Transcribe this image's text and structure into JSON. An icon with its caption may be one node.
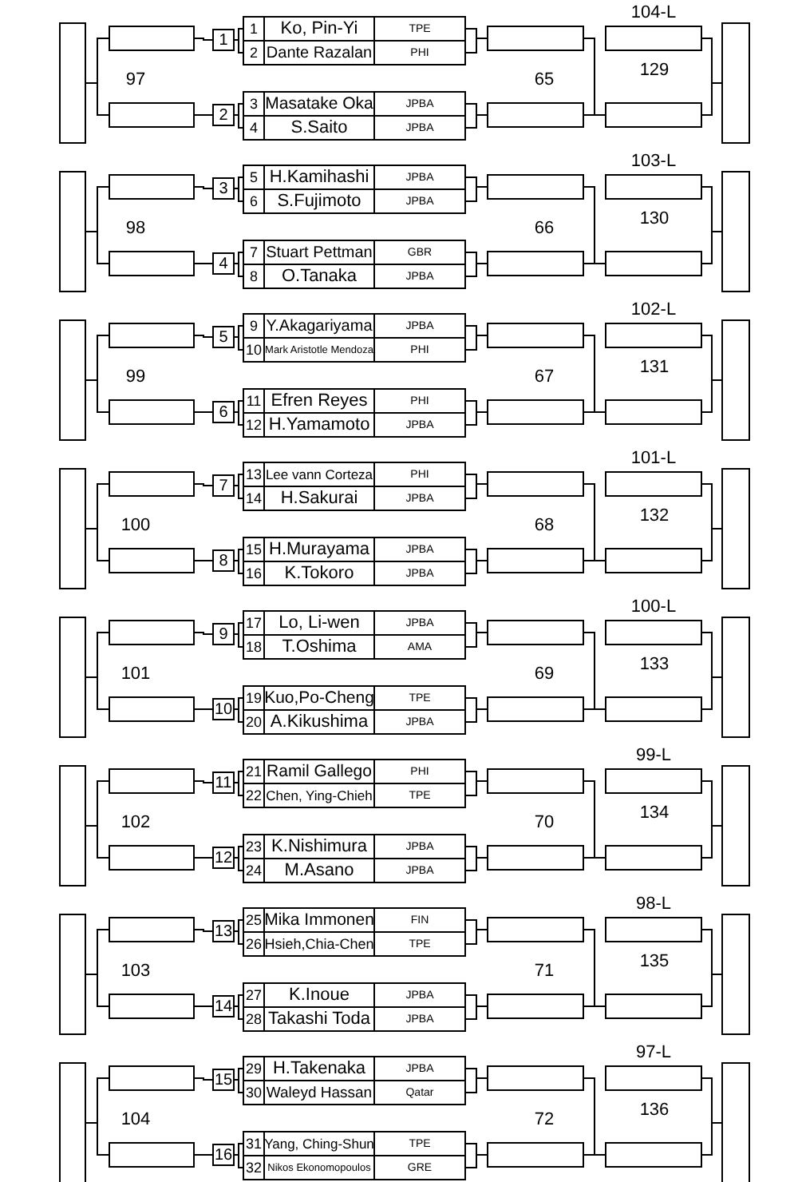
{
  "diagram": {
    "nodes": [
      {
        "text": [],
        "shape": "box"
      },
      {
        "text": [],
        "shape": "box"
      },
      {
        "text": [],
        "shape": "box"
      },
      {
        "text": [
          "1"
        ]
      },
      {
        "text": [
          "2"
        ]
      },
      {
        "text": [
          "1",
          "Ko, Pin-Yi",
          "TPE"
        ]
      },
      {
        "text": [
          "2",
          "Dante Razalan",
          "PHI"
        ]
      },
      {
        "text": [
          "3",
          "Masatake Oka",
          "JPBA"
        ]
      },
      {
        "text": [
          "4",
          "S.Saito",
          "JPBA"
        ]
      },
      {
        "text": [],
        "shape": "box"
      },
      {
        "text": [],
        "shape": "box"
      },
      {
        "text": [
          "104-L"
        ]
      },
      {
        "text": [],
        "shape": "box"
      },
      {
        "text": [],
        "shape": "box"
      },
      {
        "text": [],
        "shape": "box"
      },
      {
        "text": [],
        "shape": "box"
      },
      {
        "text": [],
        "shape": "box"
      },
      {
        "text": [
          "3"
        ]
      },
      {
        "text": [
          "4"
        ]
      },
      {
        "text": [
          "5",
          "H.Kamihashi",
          "JPBA"
        ]
      },
      {
        "text": [
          "6",
          "S.Fujimoto",
          "JPBA"
        ]
      },
      {
        "text": [
          "7",
          "Stuart Pettman",
          "GBR"
        ]
      },
      {
        "text": [
          "8",
          "O.Tanaka",
          "JPBA"
        ]
      },
      {
        "text": [],
        "shape": "box"
      },
      {
        "text": [],
        "shape": "box"
      },
      {
        "text": [
          "103-L"
        ]
      },
      {
        "text": [],
        "shape": "box"
      },
      {
        "text": [],
        "shape": "box"
      },
      {
        "text": [],
        "shape": "box"
      },
      {
        "text": [],
        "shape": "box"
      },
      {
        "text": [],
        "shape": "box"
      },
      {
        "text": [
          "5"
        ]
      },
      {
        "text": [
          "6"
        ]
      },
      {
        "text": [
          "9",
          "Y.Akagariyama",
          "JPBA"
        ]
      },
      {
        "text": [
          "10",
          "Mark Aristotle Mendoza",
          "PHI"
        ]
      },
      {
        "text": [
          "11",
          "Efren Reyes",
          "PHI"
        ]
      },
      {
        "text": [
          "12",
          "H.Yamamoto",
          "JPBA"
        ]
      },
      {
        "text": [],
        "shape": "box"
      },
      {
        "text": [],
        "shape": "box"
      },
      {
        "text": [
          "102-L"
        ]
      },
      {
        "text": [],
        "shape": "box"
      },
      {
        "text": [],
        "shape": "box"
      },
      {
        "text": [],
        "shape": "box"
      },
      {
        "text": [],
        "shape": "box"
      },
      {
        "text": [],
        "shape": "box"
      },
      {
        "text": [
          "7"
        ]
      },
      {
        "text": [
          "8"
        ]
      },
      {
        "text": [
          "13",
          "Lee vann Corteza",
          "PHI"
        ]
      },
      {
        "text": [
          "14",
          "H.Sakurai",
          "JPBA"
        ]
      },
      {
        "text": [
          "15",
          "H.Murayama",
          "JPBA"
        ]
      },
      {
        "text": [
          "16",
          "K.Tokoro",
          "JPBA"
        ]
      },
      {
        "text": [],
        "shape": "box"
      },
      {
        "text": [],
        "shape": "box"
      },
      {
        "text": [
          "101-L"
        ]
      },
      {
        "text": [],
        "shape": "box"
      },
      {
        "text": [],
        "shape": "box"
      },
      {
        "text": [],
        "shape": "box"
      },
      {
        "text": [],
        "shape": "box"
      },
      {
        "text": [],
        "shape": "box"
      },
      {
        "text": [
          "9"
        ]
      },
      {
        "text": [
          "10"
        ]
      },
      {
        "text": [
          "17",
          "Lo, Li-wen",
          "JPBA"
        ]
      },
      {
        "text": [
          "18",
          "T.Oshima",
          "AMA"
        ]
      },
      {
        "text": [
          "19",
          "Kuo,Po-Cheng",
          "TPE"
        ]
      },
      {
        "text": [
          "20",
          "A.Kikushima",
          "JPBA"
        ]
      },
      {
        "text": [],
        "shape": "box"
      },
      {
        "text": [],
        "shape": "box"
      },
      {
        "text": [
          "100-L"
        ]
      },
      {
        "text": [],
        "shape": "box"
      },
      {
        "text": [],
        "shape": "box"
      },
      {
        "text": [],
        "shape": "box"
      },
      {
        "text": [],
        "shape": "box"
      },
      {
        "text": [],
        "shape": "box"
      },
      {
        "text": [
          "11"
        ]
      },
      {
        "text": [
          "12"
        ]
      },
      {
        "text": [
          "21",
          "Ramil Gallego",
          "PHI"
        ]
      },
      {
        "text": [
          "22",
          "Chen, Ying-Chieh",
          "TPE"
        ]
      },
      {
        "text": [
          "23",
          "K.Nishimura",
          "JPBA"
        ]
      },
      {
        "text": [
          "24",
          "M.Asano",
          "JPBA"
        ]
      },
      {
        "text": [],
        "shape": "box"
      },
      {
        "text": [],
        "shape": "box"
      },
      {
        "text": [
          "99-L"
        ]
      },
      {
        "text": [],
        "shape": "box"
      },
      {
        "text": [],
        "shape": "box"
      },
      {
        "text": [],
        "shape": "box"
      },
      {
        "text": [],
        "shape": "box"
      },
      {
        "text": [],
        "shape": "box"
      },
      {
        "text": [
          "13"
        ]
      },
      {
        "text": [
          "14"
        ]
      },
      {
        "text": [
          "25",
          "Mika Immonen",
          "FIN"
        ]
      },
      {
        "text": [
          "26",
          "Hsieh,Chia-Chen",
          "TPE"
        ]
      },
      {
        "text": [
          "27",
          "K.Inoue",
          "JPBA"
        ]
      },
      {
        "text": [
          "28",
          "Takashi Toda",
          "JPBA"
        ]
      },
      {
        "text": [],
        "shape": "box"
      },
      {
        "text": [],
        "shape": "box"
      },
      {
        "text": [
          "98-L"
        ]
      },
      {
        "text": [],
        "shape": "box"
      },
      {
        "text": [],
        "shape": "box"
      },
      {
        "text": [],
        "shape": "box"
      },
      {
        "text": [],
        "shape": "box"
      },
      {
        "text": [],
        "shape": "box"
      },
      {
        "text": [
          "15"
        ]
      },
      {
        "text": [
          "16"
        ]
      },
      {
        "text": [
          "29",
          "H.Takenaka",
          "JPBA"
        ]
      },
      {
        "text": [
          "30",
          "Waleyd Hassan",
          "Qatar"
        ]
      },
      {
        "text": [
          "31",
          "Yang, Ching-Shun",
          "TPE"
        ]
      },
      {
        "text": [
          "32",
          "Nikos Ekonomopoulos",
          "GRE"
        ]
      },
      {
        "text": [],
        "shape": "box"
      },
      {
        "text": [],
        "shape": "box"
      },
      {
        "text": [
          "97-L"
        ]
      },
      {
        "text": [],
        "shape": "box"
      },
      {
        "text": [],
        "shape": "box"
      }
    ],
    "edges": [
      {
        "from": 5,
        "to": 3,
        "arrow": "none"
      },
      {
        "from": 6,
        "to": 3,
        "arrow": "none"
      },
      {
        "from": 7,
        "to": 4,
        "arrow": "none"
      },
      {
        "from": 8,
        "to": 4,
        "arrow": "none"
      },
      {
        "from": 3,
        "to": 1,
        "arrow": "none"
      },
      {
        "from": 4,
        "to": 2,
        "arrow": "none"
      },
      {
        "from": 1,
        "to": 0,
        "arrow": "none"
      },
      {
        "from": 2,
        "to": 0,
        "arrow": "none"
      },
      {
        "from": 5,
        "to": 9,
        "arrow": "none"
      },
      {
        "from": 6,
        "to": 9,
        "arrow": "none"
      },
      {
        "from": 7,
        "to": 10,
        "arrow": "none"
      },
      {
        "from": 8,
        "to": 10,
        "arrow": "none"
      },
      {
        "from": 9,
        "to": 12,
        "arrow": "none"
      },
      {
        "from": 10,
        "to": 12,
        "arrow": "none"
      },
      {
        "from": 11,
        "to": 13,
        "arrow": "none"
      },
      {
        "from": 12,
        "to": 13,
        "arrow": "none"
      },
      {
        "from": 19,
        "to": 17,
        "arrow": "none"
      },
      {
        "from": 20,
        "to": 17,
        "arrow": "none"
      },
      {
        "from": 21,
        "to": 18,
        "arrow": "none"
      },
      {
        "from": 22,
        "to": 18,
        "arrow": "none"
      },
      {
        "from": 17,
        "to": 15,
        "arrow": "none"
      },
      {
        "from": 18,
        "to": 16,
        "arrow": "none"
      },
      {
        "from": 15,
        "to": 14,
        "arrow": "none"
      },
      {
        "from": 16,
        "to": 14,
        "arrow": "none"
      },
      {
        "from": 19,
        "to": 23,
        "arrow": "none"
      },
      {
        "from": 20,
        "to": 23,
        "arrow": "none"
      },
      {
        "from": 21,
        "to": 24,
        "arrow": "none"
      },
      {
        "from": 22,
        "to": 24,
        "arrow": "none"
      },
      {
        "from": 23,
        "to": 26,
        "arrow": "none"
      },
      {
        "from": 24,
        "to": 26,
        "arrow": "none"
      },
      {
        "from": 25,
        "to": 27,
        "arrow": "none"
      },
      {
        "from": 26,
        "to": 27,
        "arrow": "none"
      },
      {
        "from": 33,
        "to": 31,
        "arrow": "none"
      },
      {
        "from": 34,
        "to": 31,
        "arrow": "none"
      },
      {
        "from": 35,
        "to": 32,
        "arrow": "none"
      },
      {
        "from": 36,
        "to": 32,
        "arrow": "none"
      },
      {
        "from": 31,
        "to": 29,
        "arrow": "none"
      },
      {
        "from": 32,
        "to": 30,
        "arrow": "none"
      },
      {
        "from": 29,
        "to": 28,
        "arrow": "none"
      },
      {
        "from": 30,
        "to": 28,
        "arrow": "none"
      },
      {
        "from": 33,
        "to": 37,
        "arrow": "none"
      },
      {
        "from": 34,
        "to": 37,
        "arrow": "none"
      },
      {
        "from": 35,
        "to": 38,
        "arrow": "none"
      },
      {
        "from": 36,
        "to": 38,
        "arrow": "none"
      },
      {
        "from": 37,
        "to": 40,
        "arrow": "none"
      },
      {
        "from": 38,
        "to": 40,
        "arrow": "none"
      },
      {
        "from": 39,
        "to": 41,
        "arrow": "none"
      },
      {
        "from": 40,
        "to": 41,
        "arrow": "none"
      },
      {
        "from": 47,
        "to": 45,
        "arrow": "none"
      },
      {
        "from": 48,
        "to": 45,
        "arrow": "none"
      },
      {
        "from": 49,
        "to": 46,
        "arrow": "none"
      },
      {
        "from": 50,
        "to": 46,
        "arrow": "none"
      },
      {
        "from": 45,
        "to": 43,
        "arrow": "none"
      },
      {
        "from": 46,
        "to": 44,
        "arrow": "none"
      },
      {
        "from": 43,
        "to": 42,
        "arrow": "none"
      },
      {
        "from": 44,
        "to": 42,
        "arrow": "none"
      },
      {
        "from": 47,
        "to": 51,
        "arrow": "none"
      },
      {
        "from": 48,
        "to": 51,
        "arrow": "none"
      },
      {
        "from": 49,
        "to": 52,
        "arrow": "none"
      },
      {
        "from": 50,
        "to": 52,
        "arrow": "none"
      },
      {
        "from": 51,
        "to": 54,
        "arrow": "none"
      },
      {
        "from": 52,
        "to": 54,
        "arrow": "none"
      },
      {
        "from": 53,
        "to": 55,
        "arrow": "none"
      },
      {
        "from": 54,
        "to": 55,
        "arrow": "none"
      },
      {
        "from": 61,
        "to": 59,
        "arrow": "none"
      },
      {
        "from": 62,
        "to": 59,
        "arrow": "none"
      },
      {
        "from": 63,
        "to": 60,
        "arrow": "none"
      },
      {
        "from": 64,
        "to": 60,
        "arrow": "none"
      },
      {
        "from": 59,
        "to": 57,
        "arrow": "none"
      },
      {
        "from": 60,
        "to": 58,
        "arrow": "none"
      },
      {
        "from": 57,
        "to": 56,
        "arrow": "none"
      },
      {
        "from": 58,
        "to": 56,
        "arrow": "none"
      },
      {
        "from": 61,
        "to": 65,
        "arrow": "none"
      },
      {
        "from": 62,
        "to": 65,
        "arrow": "none"
      },
      {
        "from": 63,
        "to": 66,
        "arrow": "none"
      },
      {
        "from": 64,
        "to": 66,
        "arrow": "none"
      },
      {
        "from": 65,
        "to": 68,
        "arrow": "none"
      },
      {
        "from": 66,
        "to": 68,
        "arrow": "none"
      },
      {
        "from": 67,
        "to": 69,
        "arrow": "none"
      },
      {
        "from": 68,
        "to": 69,
        "arrow": "none"
      },
      {
        "from": 75,
        "to": 73,
        "arrow": "none"
      },
      {
        "from": 76,
        "to": 73,
        "arrow": "none"
      },
      {
        "from": 77,
        "to": 74,
        "arrow": "none"
      },
      {
        "from": 78,
        "to": 74,
        "arrow": "none"
      },
      {
        "from": 73,
        "to": 71,
        "arrow": "none"
      },
      {
        "from": 74,
        "to": 72,
        "arrow": "none"
      },
      {
        "from": 71,
        "to": 70,
        "arrow": "none"
      },
      {
        "from": 72,
        "to": 70,
        "arrow": "none"
      },
      {
        "from": 75,
        "to": 79,
        "arrow": "none"
      },
      {
        "from": 76,
        "to": 79,
        "arrow": "none"
      },
      {
        "from": 77,
        "to": 80,
        "arrow": "none"
      },
      {
        "from": 78,
        "to": 80,
        "arrow": "none"
      },
      {
        "from": 79,
        "to": 82,
        "arrow": "none"
      },
      {
        "from": 80,
        "to": 82,
        "arrow": "none"
      },
      {
        "from": 81,
        "to": 83,
        "arrow": "none"
      },
      {
        "from": 82,
        "to": 83,
        "arrow": "none"
      },
      {
        "from": 89,
        "to": 87,
        "arrow": "none"
      },
      {
        "from": 90,
        "to": 87,
        "arrow": "none"
      },
      {
        "from": 91,
        "to": 88,
        "arrow": "none"
      },
      {
        "from": 92,
        "to": 88,
        "arrow": "none"
      },
      {
        "from": 87,
        "to": 85,
        "arrow": "none"
      },
      {
        "from": 88,
        "to": 86,
        "arrow": "none"
      },
      {
        "from": 85,
        "to": 84,
        "arrow": "none"
      },
      {
        "from": 86,
        "to": 84,
        "arrow": "none"
      },
      {
        "from": 89,
        "to": 93,
        "arrow": "none"
      },
      {
        "from": 90,
        "to": 93,
        "arrow": "none"
      },
      {
        "from": 91,
        "to": 94,
        "arrow": "none"
      },
      {
        "from": 92,
        "to": 94,
        "arrow": "none"
      },
      {
        "from": 93,
        "to": 96,
        "arrow": "none"
      },
      {
        "from": 94,
        "to": 96,
        "arrow": "none"
      },
      {
        "from": 95,
        "to": 97,
        "arrow": "none"
      },
      {
        "from": 96,
        "to": 97,
        "arrow": "none"
      },
      {
        "from": 103,
        "to": 101,
        "arrow": "none"
      },
      {
        "from": 104,
        "to": 101,
        "arrow": "none"
      },
      {
        "from": 105,
        "to": 102,
        "arrow": "none"
      },
      {
        "from": 106,
        "to": 102,
        "arrow": "none"
      },
      {
        "from": 101,
        "to": 99,
        "arrow": "none"
      },
      {
        "from": 102,
        "to": 100,
        "arrow": "none"
      },
      {
        "from": 99,
        "to": 98,
        "arrow": "none"
      },
      {
        "from": 100,
        "to": 98,
        "arrow": "none"
      },
      {
        "from": 103,
        "to": 107,
        "arrow": "none"
      },
      {
        "from": 104,
        "to": 107,
        "arrow": "none"
      },
      {
        "from": 105,
        "to": 108,
        "arrow": "none"
      },
      {
        "from": 106,
        "to": 108,
        "arrow": "none"
      },
      {
        "from": 107,
        "to": 110,
        "arrow": "none"
      },
      {
        "from": 108,
        "to": 110,
        "arrow": "none"
      },
      {
        "from": 109,
        "to": 111,
        "arrow": "none"
      },
      {
        "from": 110,
        "to": 111,
        "arrow": "none"
      }
    ],
    "labels": [
      "97",
      "65",
      "129",
      "98",
      "66",
      "130",
      "99",
      "67",
      "131",
      "100",
      "68",
      "132",
      "101",
      "69",
      "133",
      "102",
      "70",
      "134",
      "103",
      "71",
      "135",
      "104",
      "72",
      "136"
    ]
  }
}
